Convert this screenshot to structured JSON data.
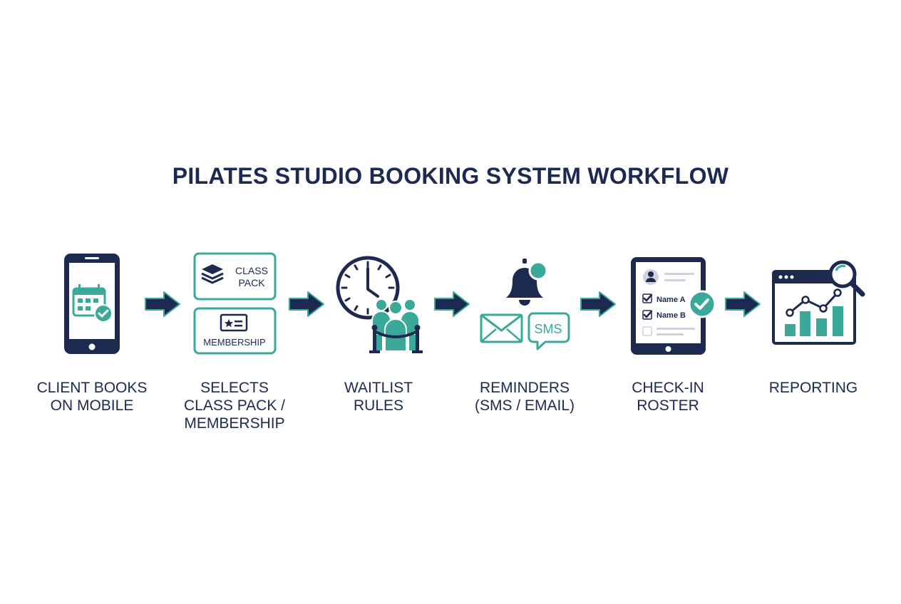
{
  "title": "PILATES STUDIO BOOKING SYSTEM WORKFLOW",
  "colors": {
    "navy": "#1c2a52",
    "teal": "#3aa99a",
    "white": "#ffffff",
    "light_gray": "#cfd3dc"
  },
  "steps": [
    {
      "id": "client-books",
      "icon": "mobile-calendar-icon",
      "label_lines": [
        "CLIENT BOOKS",
        "ON MOBILE"
      ]
    },
    {
      "id": "selects-pack",
      "icon": "class-pack-membership-icon",
      "label_lines": [
        "SELECTS",
        "CLASS PACK /",
        "MEMBERSHIP"
      ],
      "cards": {
        "pack_line1": "CLASS",
        "pack_line2": "PACK",
        "membership": "MEMBERSHIP"
      }
    },
    {
      "id": "waitlist",
      "icon": "clock-queue-icon",
      "label_lines": [
        "WAITLIST",
        "RULES"
      ]
    },
    {
      "id": "reminders",
      "icon": "bell-envelope-sms-icon",
      "label_lines": [
        "REMINDERS",
        "(SMS / EMAIL)"
      ],
      "sms_text": "SMS"
    },
    {
      "id": "check-in",
      "icon": "tablet-roster-icon",
      "label_lines": [
        "CHECK-IN",
        "ROSTER"
      ],
      "roster": [
        "Name A",
        "Name B"
      ]
    },
    {
      "id": "reporting",
      "icon": "browser-chart-magnifier-icon",
      "label_lines": [
        "REPORTING"
      ]
    }
  ]
}
